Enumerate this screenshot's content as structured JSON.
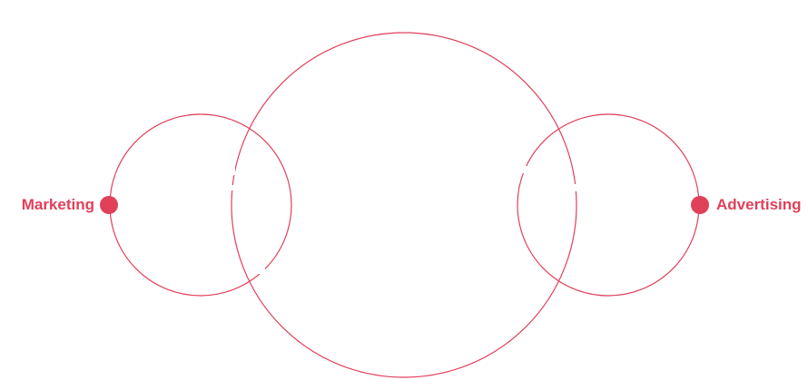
{
  "diagram": {
    "accent_color": "#e0405a",
    "background": "#ffffff",
    "labels": {
      "left": "Marketing",
      "right": "Advertising"
    },
    "circles": [
      "left",
      "center",
      "right"
    ],
    "markers": [
      "left",
      "right"
    ]
  }
}
